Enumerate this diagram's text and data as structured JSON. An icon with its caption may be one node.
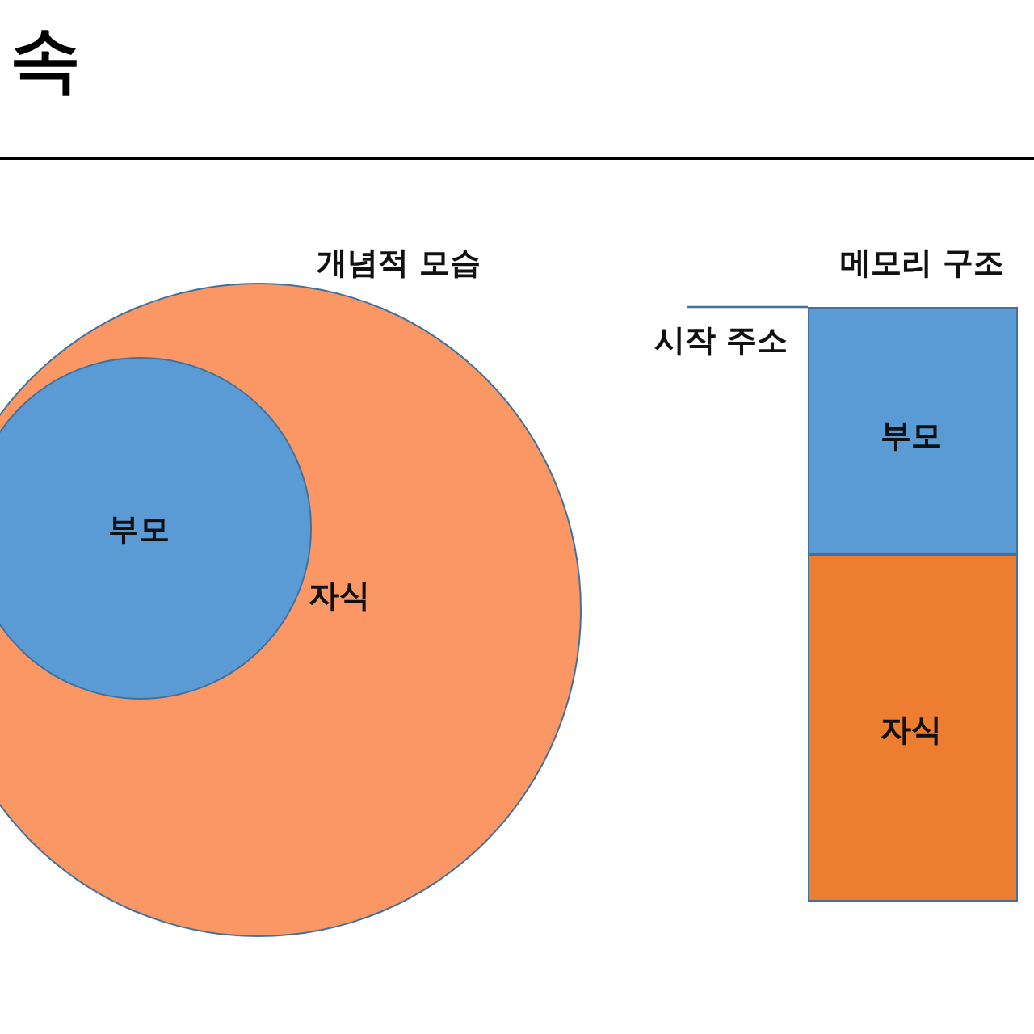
{
  "diagram": {
    "title": "속",
    "nodes": [
      {
        "text": [
          "자식"
        ]
      },
      {
        "text": [
          "부모"
        ],
        "in": 0
      },
      {
        "text": [
          "부모"
        ]
      },
      {
        "text": [
          "자식"
        ]
      },
      {
        "text": [
          "시작 주소"
        ]
      }
    ],
    "edges": [
      {
        "from": 4,
        "to": 2,
        "arrow": "none"
      }
    ],
    "labels": [
      "개념적 모습",
      "메모리 구조"
    ]
  }
}
